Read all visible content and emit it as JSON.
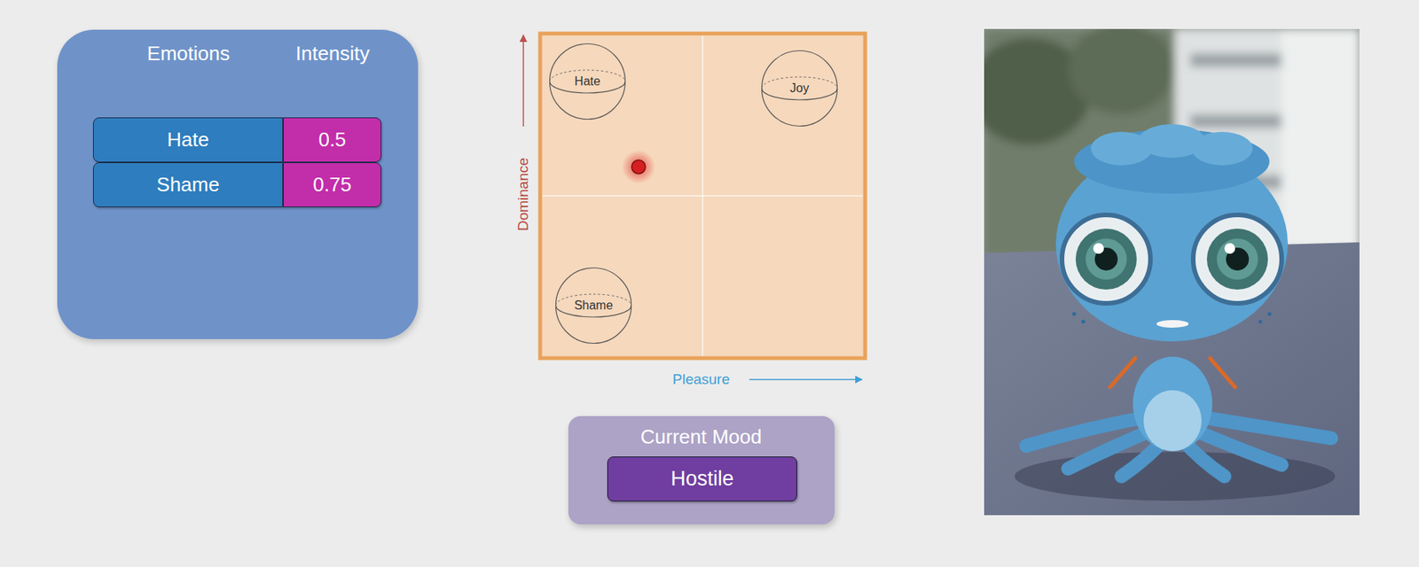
{
  "diagram": {
    "nodes": [
      {
        "text": [
          "Emotions",
          "Intensity"
        ]
      },
      {
        "text": [
          "Hate"
        ],
        "in": 0
      },
      {
        "text": [
          "0.5"
        ],
        "in": 0
      },
      {
        "text": [
          "Shame"
        ],
        "in": 0
      },
      {
        "text": [
          "0.75"
        ],
        "in": 0
      },
      {
        "text": [
          "Dominance",
          "Pleasure"
        ]
      },
      {
        "text": [
          "Hate"
        ],
        "in": 5
      },
      {
        "text": [
          "Joy"
        ],
        "in": 5
      },
      {
        "text": [
          "Shame"
        ],
        "in": 5
      },
      {
        "text": [
          "Current Mood"
        ]
      },
      {
        "text": [
          "Hostile"
        ],
        "in": 9
      }
    ]
  }
}
